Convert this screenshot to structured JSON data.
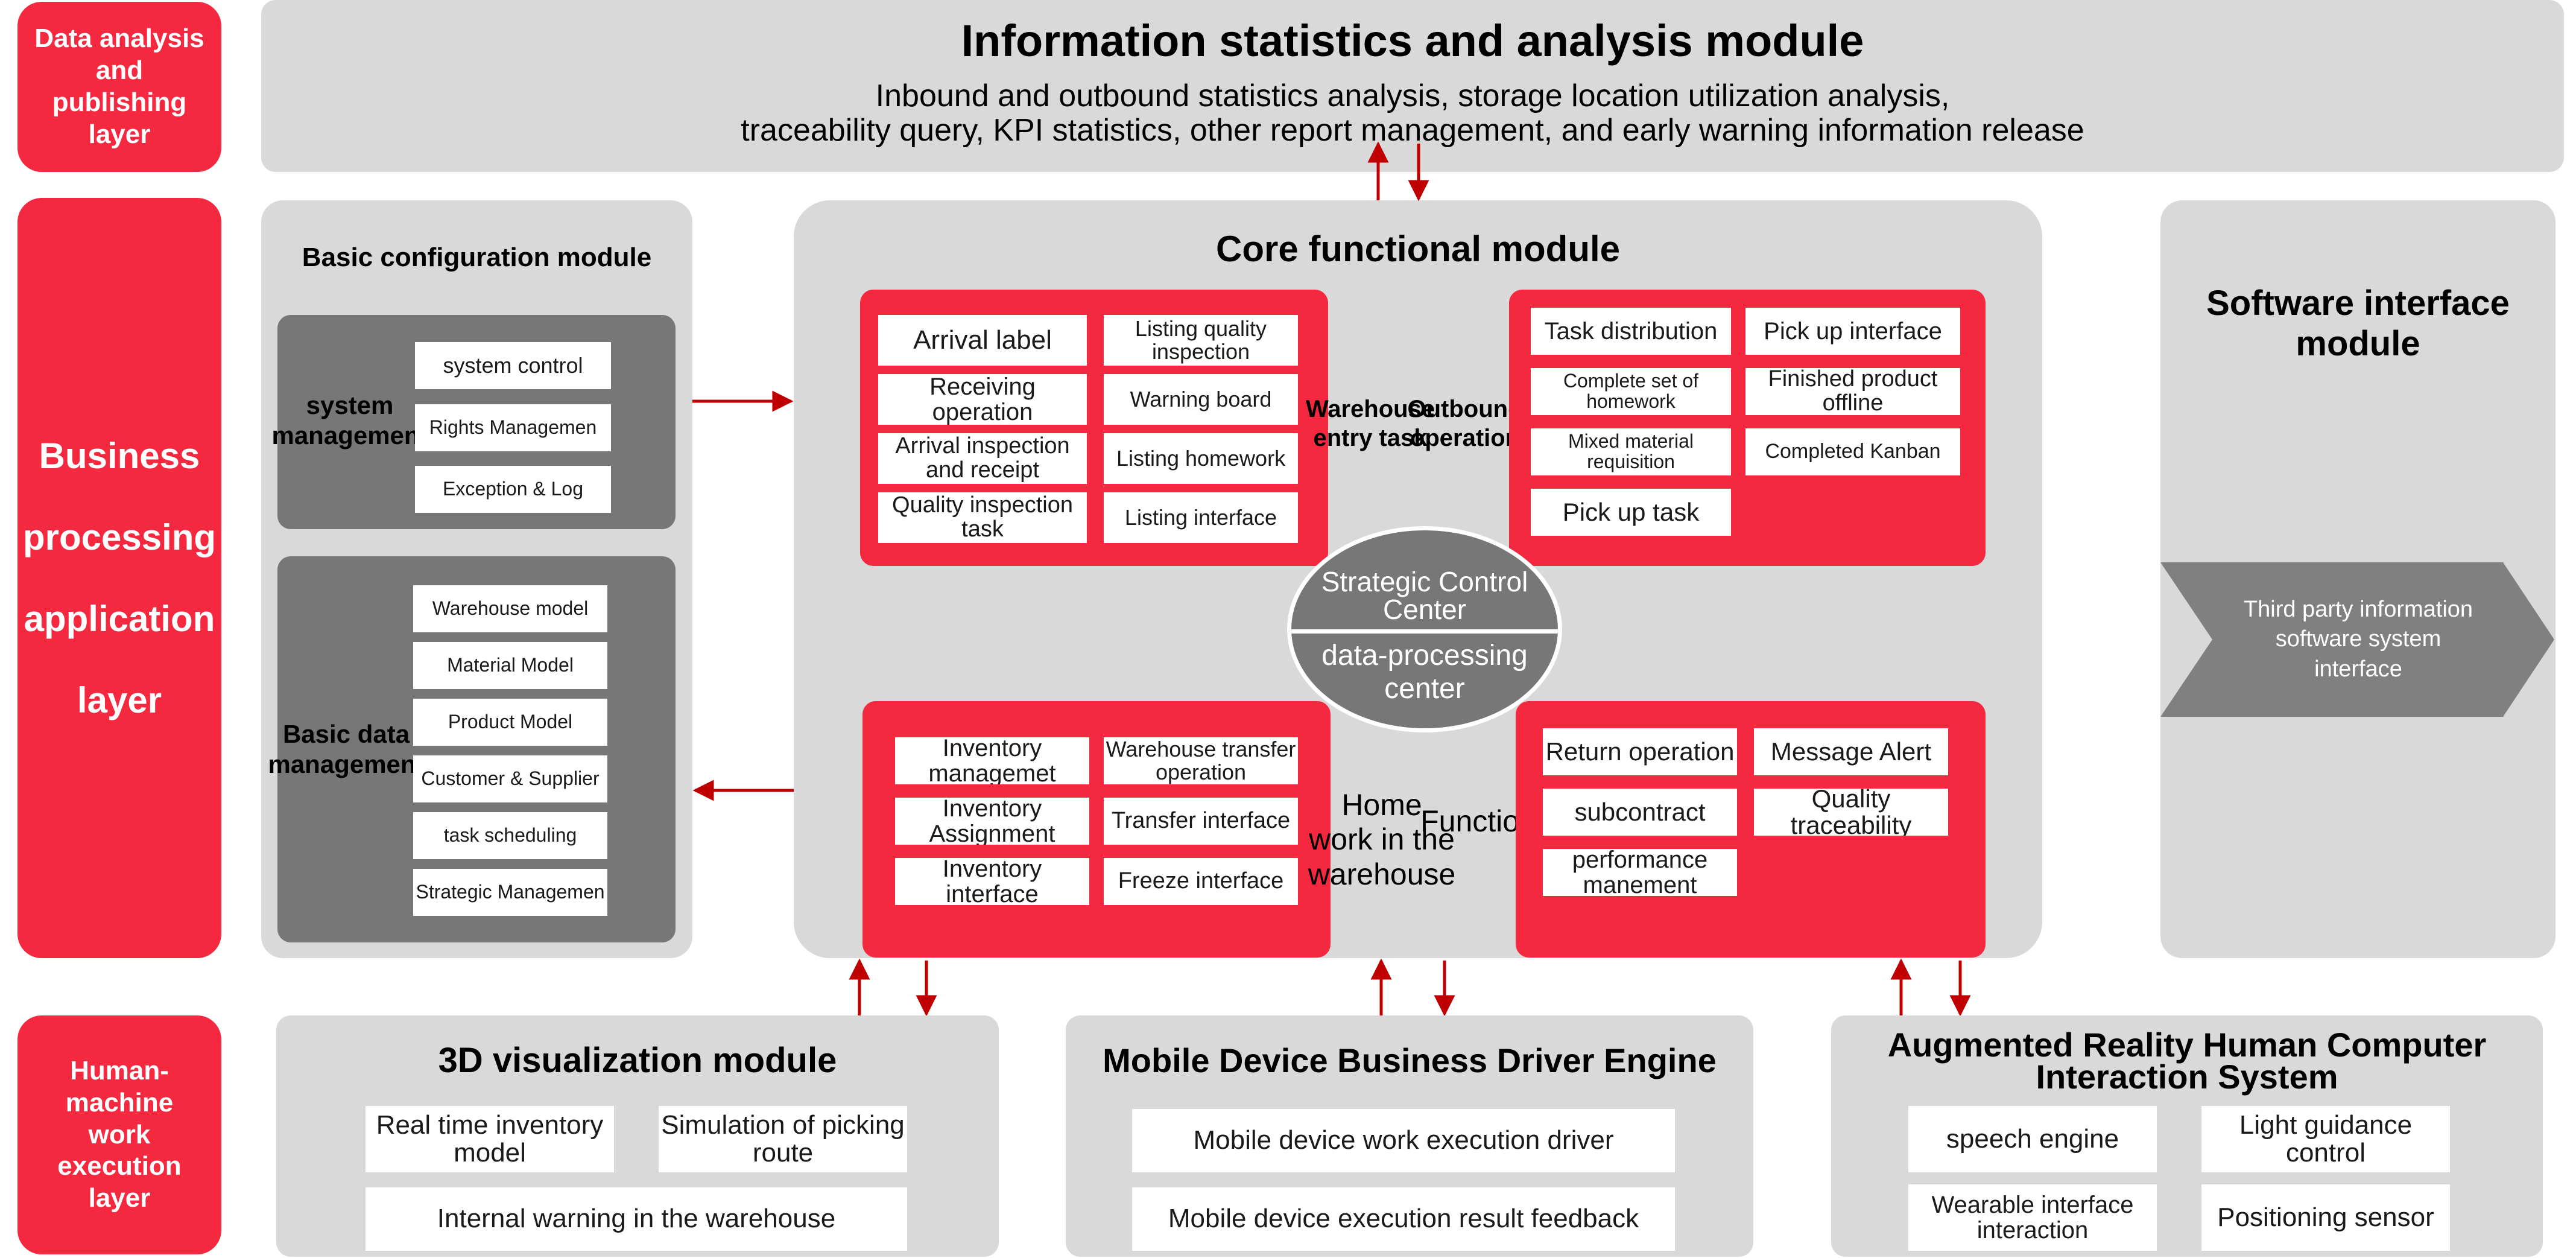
{
  "layers": {
    "top": "Data analysis and publishing layer",
    "middle": "Business processing application layer",
    "bottom": "Human-machine work execution layer"
  },
  "info_module": {
    "title": "Information statistics and analysis module",
    "line1": "Inbound and outbound statistics analysis, storage location utilization analysis,",
    "line2": "traceability query, KPI statistics, other report management, and early warning information release"
  },
  "basic_config": {
    "title": "Basic configuration module",
    "system_mgmt": {
      "label": "system management",
      "items": [
        "system control",
        "Rights Managemen",
        "Exception & Log"
      ]
    },
    "basic_data_mgmt": {
      "label": "Basic data management",
      "items": [
        "Warehouse model",
        "Material Model",
        "Product Model",
        "Customer & Supplier",
        "task scheduling",
        "Strategic Managemen"
      ]
    }
  },
  "core": {
    "title": "Core functional module",
    "warehouse_entry": {
      "label": "Warehouse entry task",
      "left": [
        "Arrival label",
        "Receiving operation",
        "Arrival inspection and receipt",
        "Quality inspection task"
      ],
      "right": [
        "Listing quality inspection",
        "Warning board",
        "Listing homework",
        "Listing interface"
      ]
    },
    "outbound": {
      "label": "Outbound operation",
      "left": [
        "Task distribution",
        "Complete set of homework",
        "Mixed material requisition",
        "Pick up task"
      ],
      "right": [
        "Pick up interface",
        "Finished product offline",
        "Completed Kanban"
      ]
    },
    "home_work": {
      "label": "Home work in the warehouse",
      "left": [
        "Inventory managemet",
        "Inventory Assignment",
        "Inventory interface"
      ],
      "right": [
        "Warehouse transfer operation",
        "Transfer interface",
        "Freeze interface"
      ]
    },
    "function": {
      "label": "Function",
      "left": [
        "Return operation",
        "subcontract",
        "performance manement"
      ],
      "right": [
        "Message Alert",
        "Quality traceability"
      ]
    },
    "center_top": "Strategic Control Center",
    "center_bottom": "data-processing center"
  },
  "software_interface": {
    "title": "Software interface module",
    "arrow_text": "Third party information software system interface"
  },
  "viz3d": {
    "title": "3D visualization module",
    "items": [
      "Real time inventory model",
      "Simulation of picking route",
      "Internal warning in the warehouse"
    ]
  },
  "mobile": {
    "title": "Mobile Device Business Driver Engine",
    "items": [
      "Mobile device work execution driver",
      "Mobile device execution result feedback"
    ]
  },
  "ar": {
    "title": "Augmented Reality Human Computer Interaction System",
    "items": [
      "speech engine",
      "Light guidance control",
      "Wearable interface interaction",
      "Positioning sensor"
    ]
  },
  "colors": {
    "accent_red": "#f4283f",
    "panel_grey": "#d9d9d9",
    "dark_grey": "#777777",
    "arrow_red": "#c00000"
  }
}
